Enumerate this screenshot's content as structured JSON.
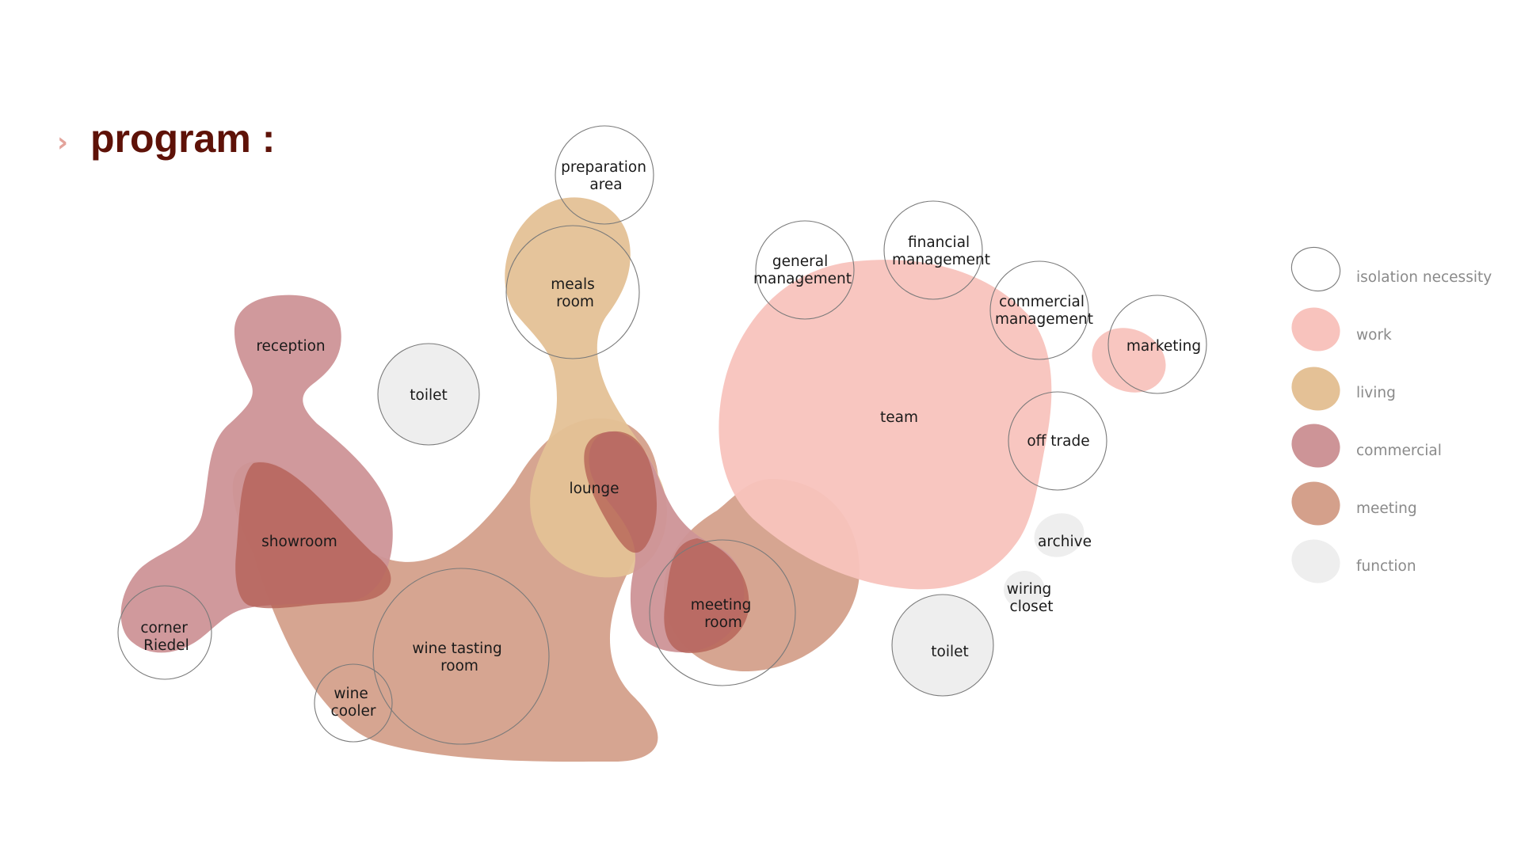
{
  "title": "program :",
  "chevron": "›",
  "colors": {
    "title": "#5e1208",
    "chevron": "#e3a39b",
    "work": "#f8c3bd",
    "living": "#e4c196",
    "commercial": "#cd9497",
    "meeting": "#d4a08b",
    "function": "#eeeeee",
    "overlap_dark": "#b35e53",
    "ring": "#7a7a7a"
  },
  "rooms": {
    "preparation_area": [
      "preparation",
      "area"
    ],
    "meals_room": [
      "meals",
      "room"
    ],
    "reception": [
      "reception"
    ],
    "toilet_left": [
      "toilet"
    ],
    "general_management": [
      "general",
      "management"
    ],
    "financial_management": [
      "financial",
      "management"
    ],
    "commercial_management": [
      "commercial",
      "management"
    ],
    "marketing": [
      "marketing"
    ],
    "team": [
      "team"
    ],
    "off_trade": [
      "off trade"
    ],
    "lounge": [
      "lounge"
    ],
    "showroom": [
      "showroom"
    ],
    "archive": [
      "archive"
    ],
    "wiring_closet": [
      "wiring",
      "closet"
    ],
    "meeting_room": [
      "meeting",
      "room"
    ],
    "corner_riedel": [
      "corner",
      "Riedel"
    ],
    "wine_tasting_room": [
      "wine tasting",
      "room"
    ],
    "toilet_right": [
      "toilet"
    ],
    "wine_cooler": [
      "wine",
      "cooler"
    ]
  },
  "legend": [
    {
      "label": "isolation necessity",
      "swatch": "outline"
    },
    {
      "label": "work",
      "swatch": "work"
    },
    {
      "label": "living",
      "swatch": "living"
    },
    {
      "label": "commercial",
      "swatch": "commercial"
    },
    {
      "label": "meeting",
      "swatch": "meeting"
    },
    {
      "label": "function",
      "swatch": "function"
    }
  ]
}
